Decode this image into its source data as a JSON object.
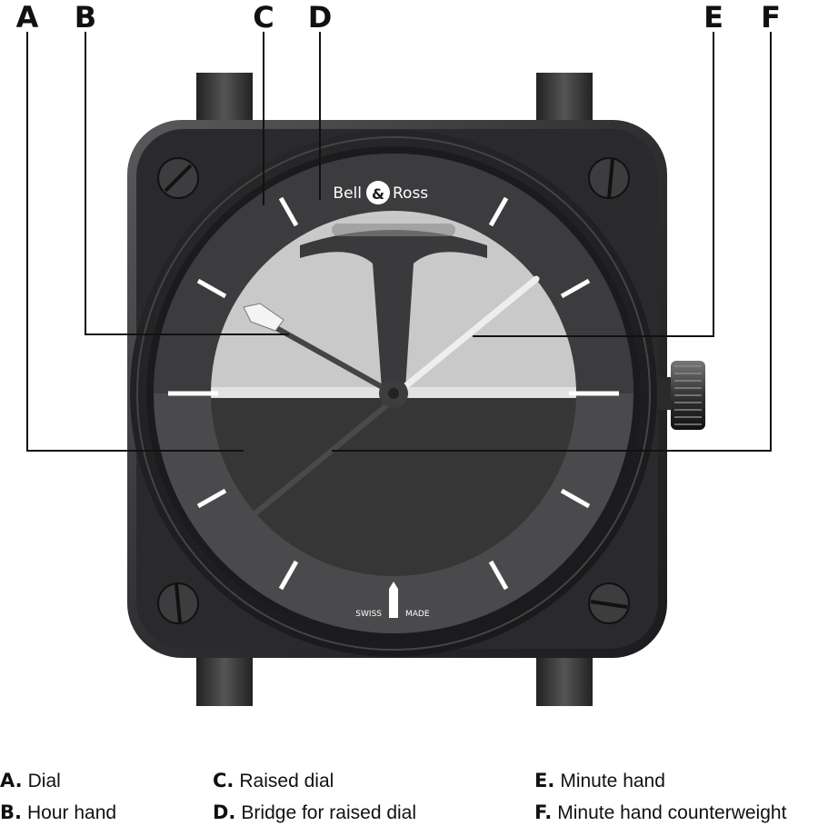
{
  "brand": {
    "logo_text_left": "Bell",
    "logo_text_amp": "&",
    "logo_text_right": "Ross",
    "dial_text_left": "SWISS",
    "dial_text_right": "MADE"
  },
  "callouts": [
    {
      "letter": "A",
      "label": "Dial"
    },
    {
      "letter": "B",
      "label": "Hour hand"
    },
    {
      "letter": "C",
      "label": "Raised dial"
    },
    {
      "letter": "D",
      "label": "Bridge for raised dial"
    },
    {
      "letter": "E",
      "label": "Minute hand"
    },
    {
      "letter": "F",
      "label": "Minute hand counterweight"
    }
  ],
  "legend": [
    {
      "key": "A.",
      "text": "Dial"
    },
    {
      "key": "B.",
      "text": "Hour hand"
    },
    {
      "key": "C.",
      "text": "Raised dial"
    },
    {
      "key": "D.",
      "text": "Bridge for raised dial"
    },
    {
      "key": "E.",
      "text": "Minute hand"
    },
    {
      "key": "F.",
      "text": "Minute hand counterweight"
    }
  ],
  "colors": {
    "case": "#2b2b2d",
    "bezel": "#1f1f21",
    "dial_top": "#c9c9c9",
    "dial_bottom": "#3a3a3a",
    "outer_ring": "#555557",
    "markers": "#ffffff",
    "line": "#111111"
  }
}
